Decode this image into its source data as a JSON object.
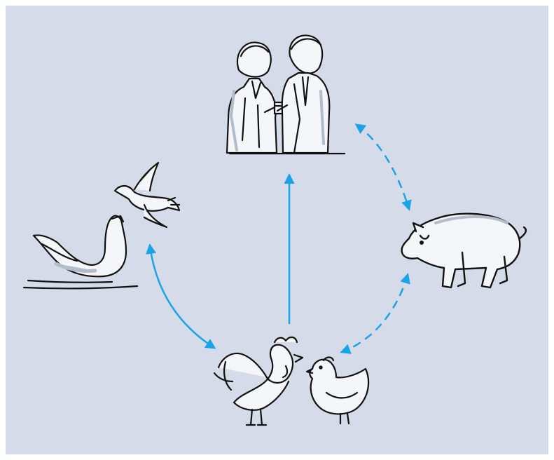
{
  "diagram": {
    "background_color": "#d5dbe8",
    "ink_color": "#111111",
    "fill_color": "#f4f6fa",
    "shadow_color": "#b3bccb",
    "arrow_color": "#1aa3e6",
    "nodes": [
      {
        "id": "people",
        "icon": "two-people-exchange-icon"
      },
      {
        "id": "birds",
        "icon": "swan-and-dove-icon"
      },
      {
        "id": "pig",
        "icon": "pig-icon"
      },
      {
        "id": "poultry",
        "icon": "rooster-and-hen-icon"
      }
    ],
    "edges": [
      {
        "from": "poultry",
        "to": "people",
        "style": "solid",
        "direction": "forward"
      },
      {
        "from": "birds",
        "to": "poultry",
        "style": "solid",
        "direction": "both"
      },
      {
        "from": "people",
        "to": "pig",
        "style": "dashed",
        "direction": "both"
      },
      {
        "from": "pig",
        "to": "poultry",
        "style": "dashed",
        "direction": "both"
      }
    ]
  }
}
